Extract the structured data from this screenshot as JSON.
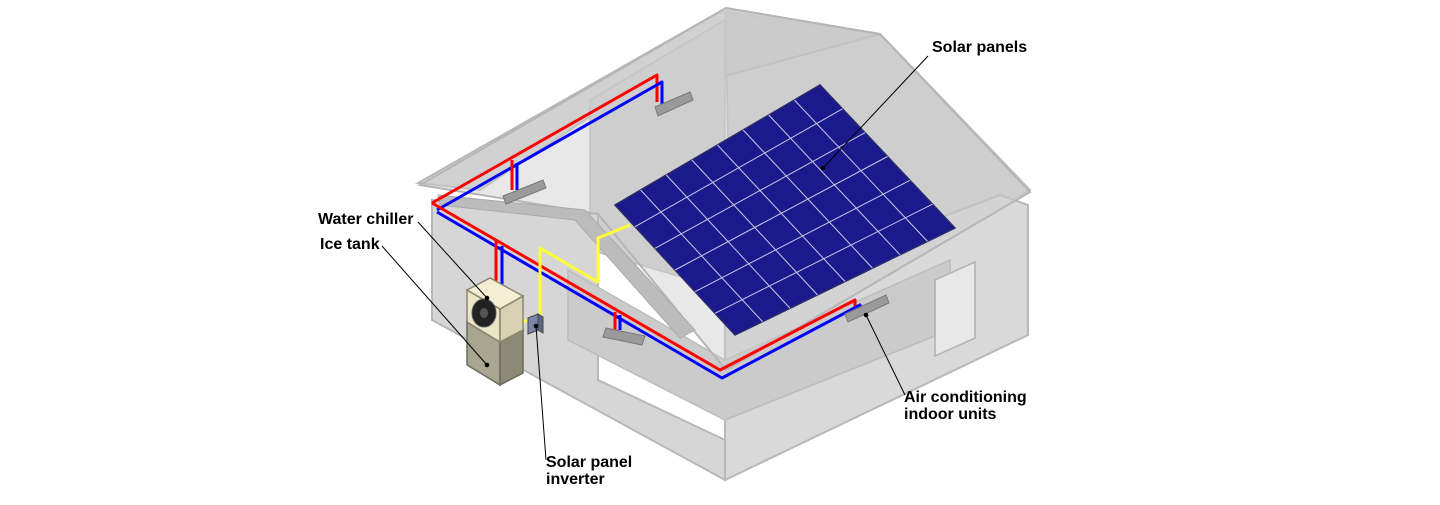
{
  "labels": {
    "solar_panels": "Solar panels",
    "water_chiller": "Water chiller",
    "ice_tank": "Ice tank",
    "inverter_line1": "Solar panel",
    "inverter_line2": "inverter",
    "ac_line1": "Air conditioning",
    "ac_line2": "indoor units"
  },
  "colors": {
    "background": "#ffffff",
    "house_wall": "#d4d4d4",
    "house_edge": "#b0b0b0",
    "panel_fill": "#1a1a8c",
    "panel_grid": "#c8c8e8",
    "pipe_supply": "#ff0000",
    "pipe_return": "#0000ff",
    "cable": "#ffff33",
    "chiller_body": "#e8e2c4",
    "tank_body": "#9c9a88",
    "label_text": "#000000"
  },
  "panel_grid": {
    "rows": 6,
    "cols": 8
  }
}
